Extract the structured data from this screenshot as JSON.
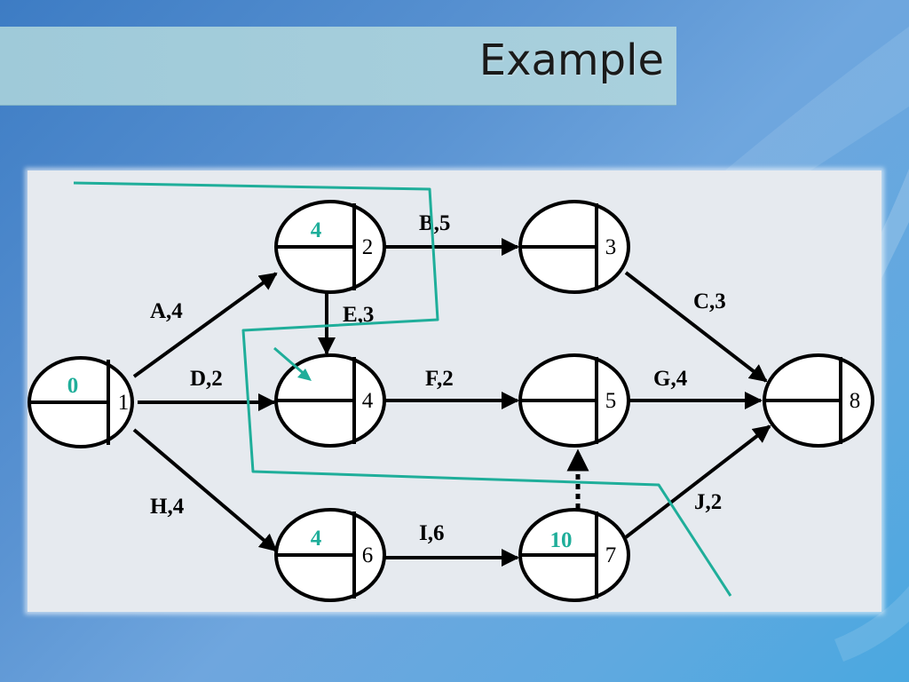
{
  "slide": {
    "title": "Example"
  },
  "nodes": [
    {
      "id": "1",
      "time": "0"
    },
    {
      "id": "2",
      "time": "4"
    },
    {
      "id": "3",
      "time": ""
    },
    {
      "id": "4",
      "time": ""
    },
    {
      "id": "5",
      "time": ""
    },
    {
      "id": "6",
      "time": "4"
    },
    {
      "id": "7",
      "time": "10"
    },
    {
      "id": "8",
      "time": ""
    }
  ],
  "activities": [
    {
      "label": "A,4",
      "from": "1",
      "to": "2"
    },
    {
      "label": "B,5",
      "from": "2",
      "to": "3"
    },
    {
      "label": "C,3",
      "from": "3",
      "to": "8"
    },
    {
      "label": "D,2",
      "from": "1",
      "to": "4"
    },
    {
      "label": "E,3",
      "from": "2",
      "to": "4"
    },
    {
      "label": "F,2",
      "from": "4",
      "to": "5"
    },
    {
      "label": "G,4",
      "from": "5",
      "to": "8"
    },
    {
      "label": "H,4",
      "from": "1",
      "to": "6"
    },
    {
      "label": "I,6",
      "from": "6",
      "to": "7"
    },
    {
      "label": "J,2",
      "from": "7",
      "to": "8"
    }
  ],
  "dummy_activities": [
    {
      "from": "7",
      "to": "5",
      "style": "dotted"
    }
  ],
  "colors": {
    "annotation": "#1fae9a",
    "arrow": "#000000",
    "panel": "#e6eaef",
    "title_bar": "#a5cedc"
  }
}
